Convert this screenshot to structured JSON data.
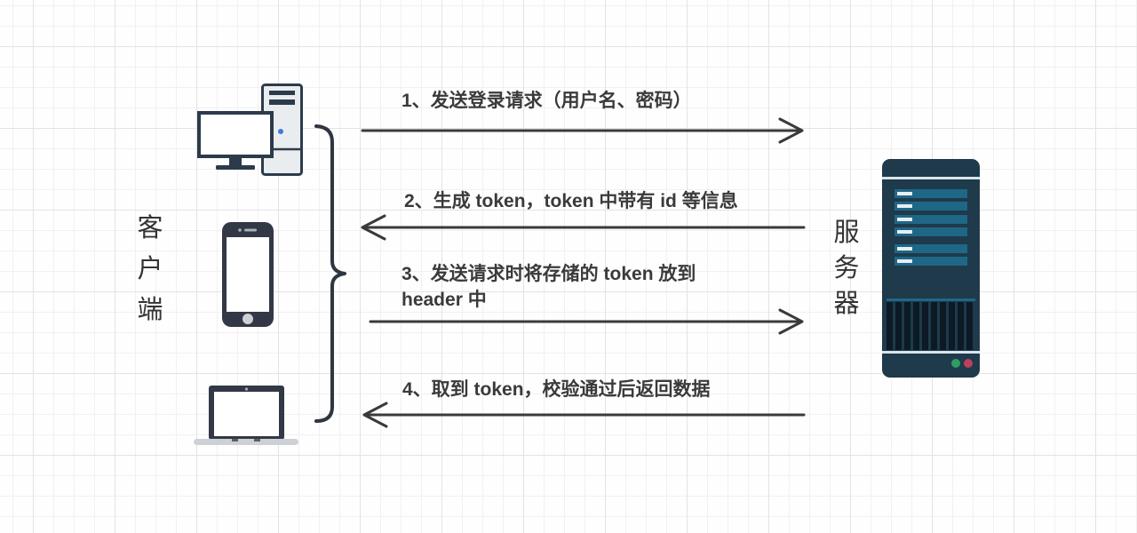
{
  "client": {
    "label": "客户端"
  },
  "server": {
    "label": "服务器"
  },
  "steps": [
    {
      "id": 1,
      "direction": "client-to-server",
      "text": "1、发送登录请求（用户名、密码）"
    },
    {
      "id": 2,
      "direction": "server-to-client",
      "text": "2、生成 token，token 中带有 id 等信息"
    },
    {
      "id": 3,
      "direction": "client-to-server",
      "text": "3、发送请求时将存储的 token 放到\nheader 中"
    },
    {
      "id": 4,
      "direction": "server-to-client",
      "text": "4、取到 token，校验通过后返回数据"
    }
  ],
  "icons": {
    "client": [
      "desktop-computer-icon",
      "smartphone-icon",
      "laptop-icon"
    ],
    "server": "server-tower-icon",
    "connector": "curly-brace"
  },
  "colors": {
    "bg": "#fefefe",
    "grid-minor": "#f1f1f1",
    "grid-major": "#e3e3e3",
    "ink": "#3a3a3a",
    "label": "#333333",
    "brace": "#2e3642",
    "device-dark": "#323845",
    "device-border": "#2c3b4b",
    "device-fill": "#e9edf0",
    "screen": "#ffffff",
    "power-dot": "#3b7dd8",
    "base-gray": "#cdd1d6",
    "hinge-gray": "#5a6068",
    "trim-gray": "#aab0b8",
    "server-body": "#1e3a4b",
    "server-bar": "#1f6787",
    "server-dash": "#e8eef2",
    "server-line": "#d9e4ea",
    "vent-dark": "#0c1a25",
    "led-green": "#2f9e62",
    "led-red": "#bf3f5b"
  }
}
